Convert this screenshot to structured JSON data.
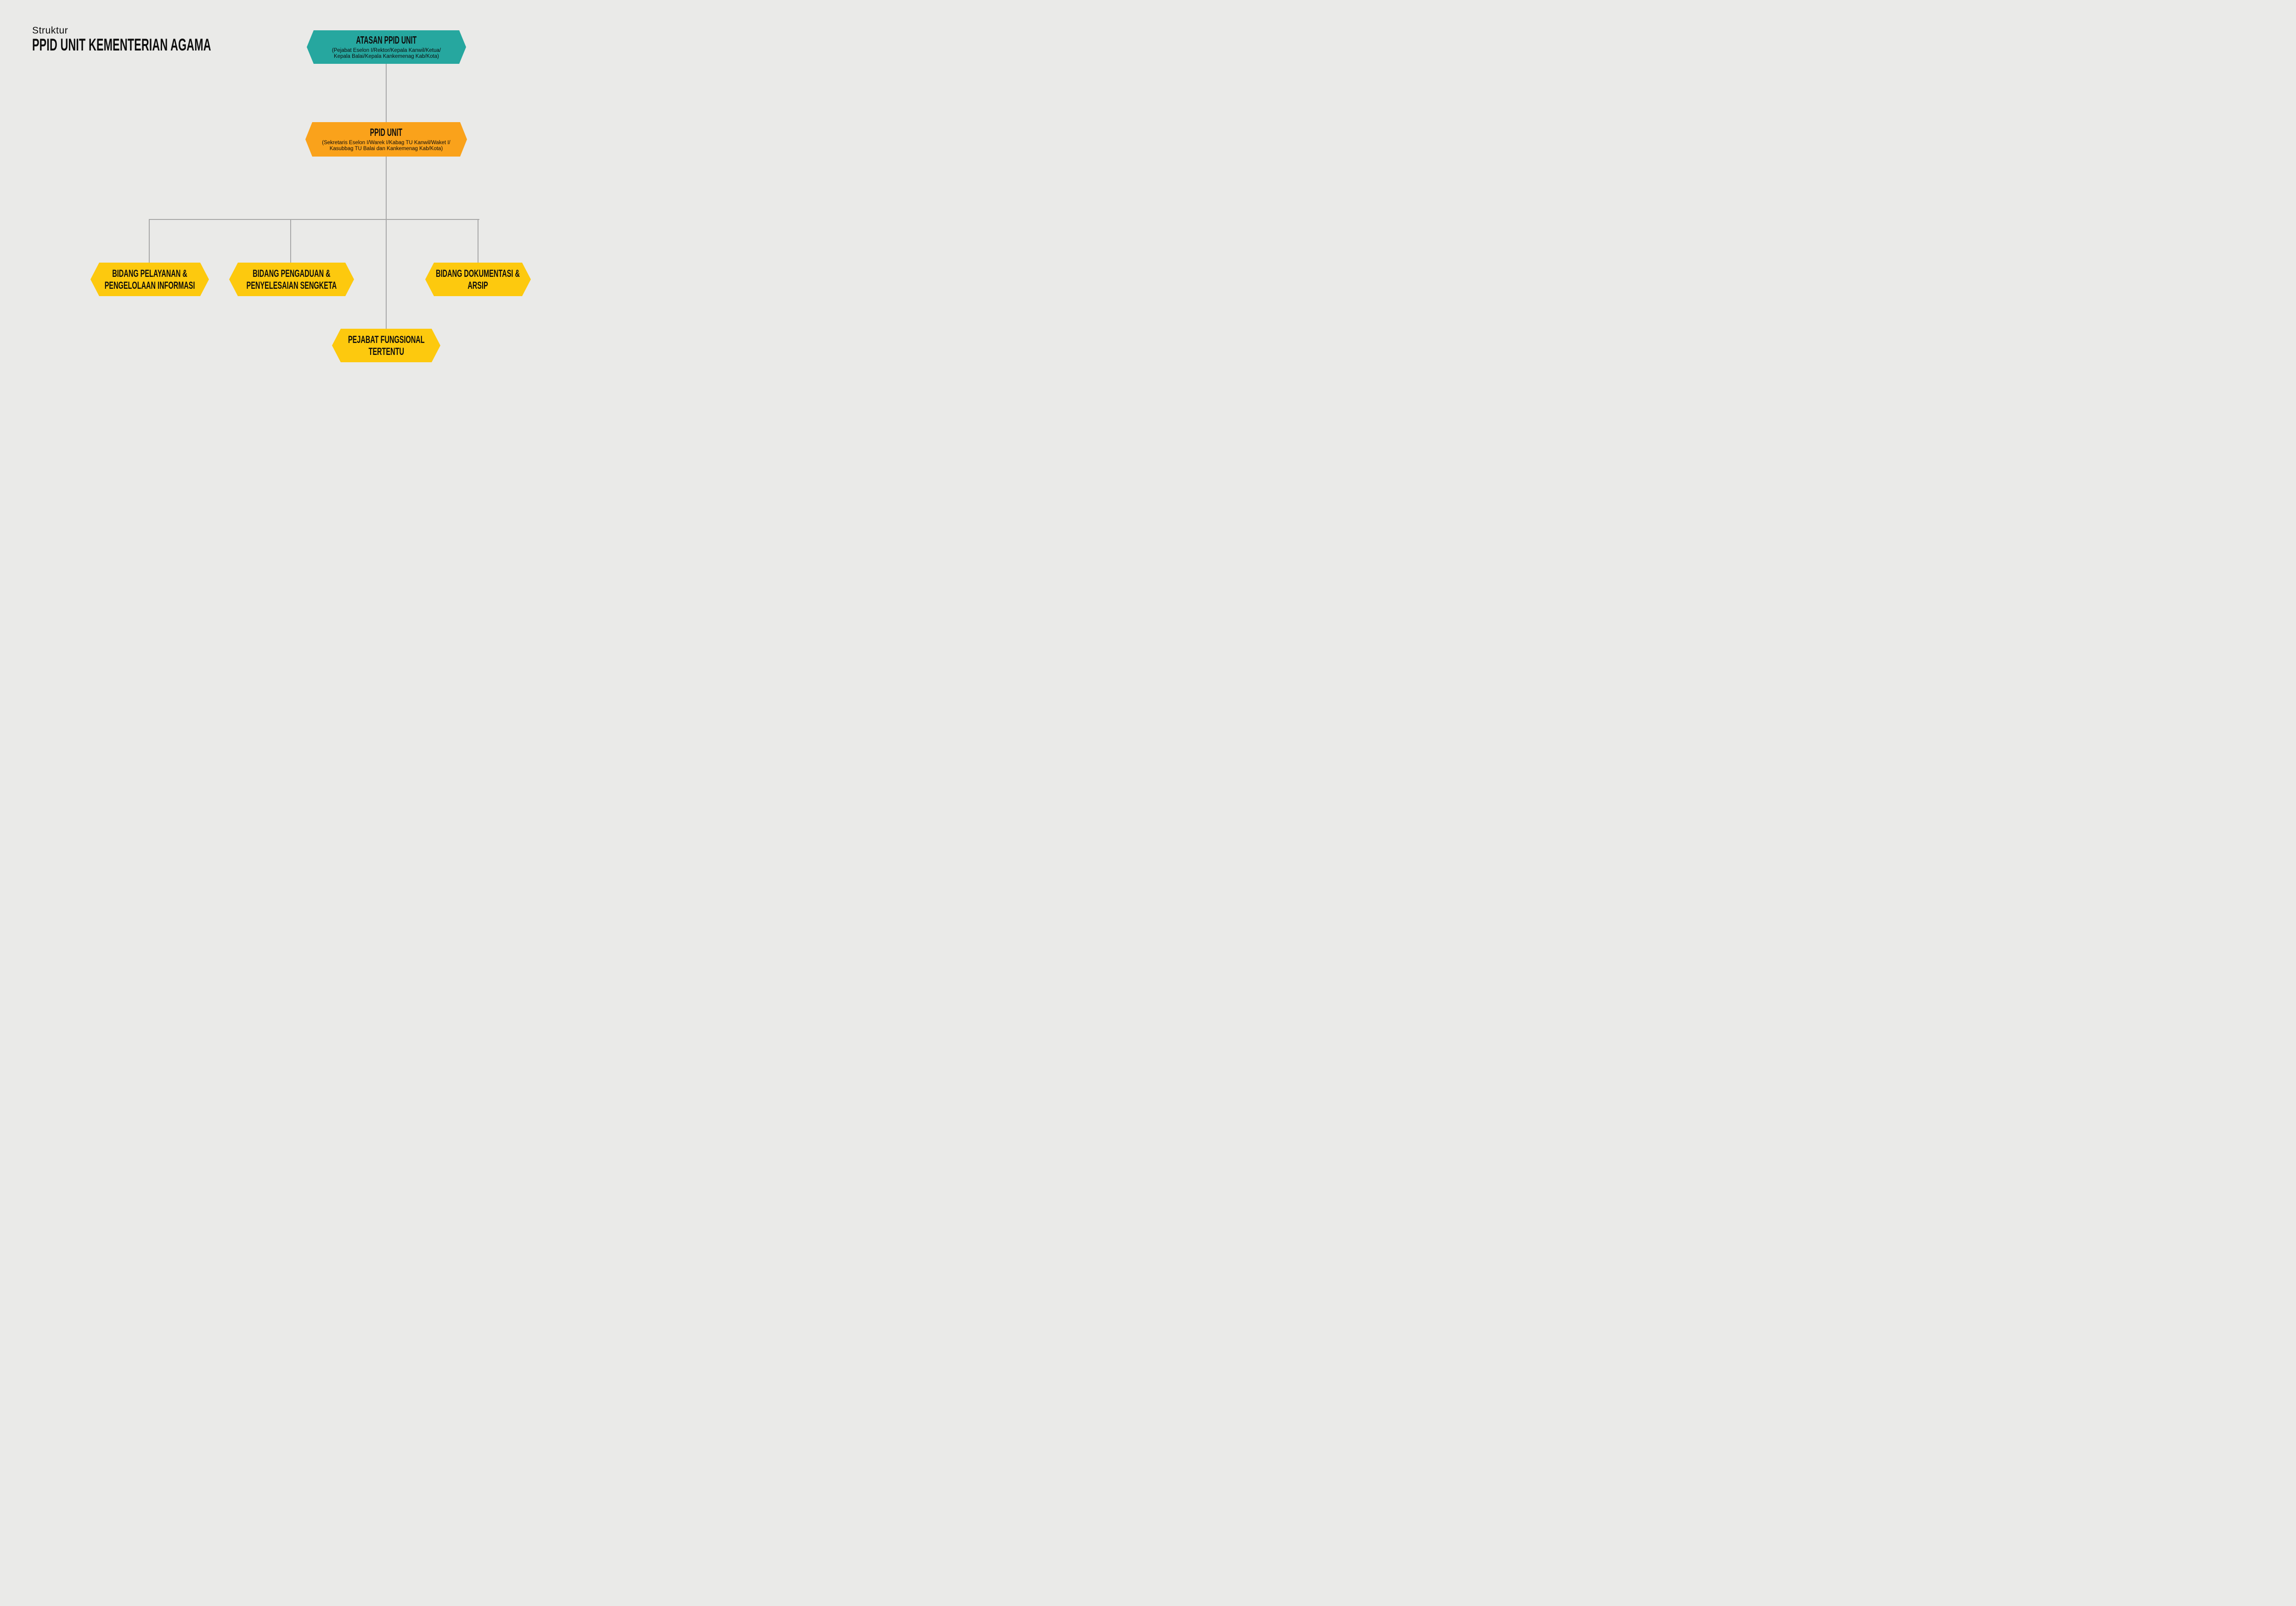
{
  "page": {
    "background": "#EAEAE8"
  },
  "colors": {
    "teal": "#26A79F",
    "orange": "#FAA21B",
    "yellow": "#FDC90E",
    "connector": "#A7A7A7",
    "text": "#0D0D0D"
  },
  "header": {
    "eyebrow": "Struktur",
    "title": "PPID UNIT KEMENTERIAN AGAMA"
  },
  "org_chart": {
    "root": {
      "title": "ATASAN PPID UNIT",
      "subtitle_line1": "(Pejabat Eselon I/Rektor/Kepala Kanwil/Ketua/",
      "subtitle_line2": "Kepala Balai/Kepala Kankemenag Kab/Kota)"
    },
    "ppid_unit": {
      "title": "PPID UNIT",
      "subtitle_line1": "(Sekretaris Eselon I/Warek I/Kabag TU Kanwil/Waket I/",
      "subtitle_line2": "Kasubbag TU Balai dan Kankemenag Kab/Kota)"
    },
    "bidang_pelayanan": {
      "line1": "BIDANG PELAYANAN &",
      "line2": "PENGELOLAAN INFORMASI"
    },
    "bidang_pengaduan": {
      "line1": "BIDANG PENGADUAN &",
      "line2": "PENYELESAIAN SENGKETA"
    },
    "bidang_dokumentasi": {
      "line1": "BIDANG DOKUMENTASI &",
      "line2": "ARSIP"
    },
    "pejabat_fungsional": {
      "line1": "PEJABAT FUNGSIONAL",
      "line2": "TERTENTU"
    }
  }
}
